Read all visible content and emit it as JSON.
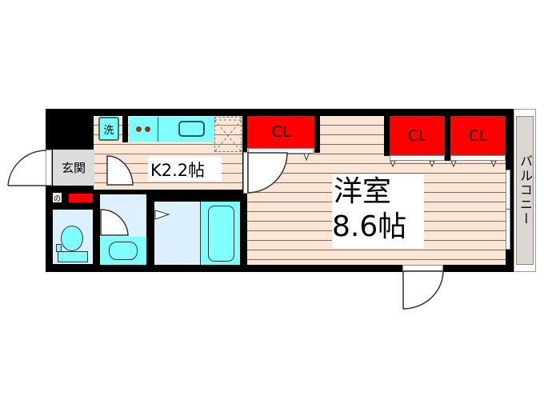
{
  "floorplan": {
    "rooms": {
      "western": {
        "name": "洋室",
        "size": "8.6帖"
      },
      "kitchen": {
        "label": "K2.2帖"
      },
      "entrance": {
        "label": "玄関"
      },
      "balcony": {
        "label": "バルコニー"
      },
      "closets": [
        "CL",
        "CL",
        "CL"
      ],
      "washer": {
        "label": "洗"
      },
      "meter": {
        "label": "の"
      }
    },
    "colors": {
      "wall": "#000000",
      "floor": "#fbe6d6",
      "closet": "#ff0000",
      "fixture": "#80ffff",
      "wet_area": "#dcf0ff",
      "entrance": "#dcdcdc",
      "balcony": "#ddd6d0"
    }
  }
}
